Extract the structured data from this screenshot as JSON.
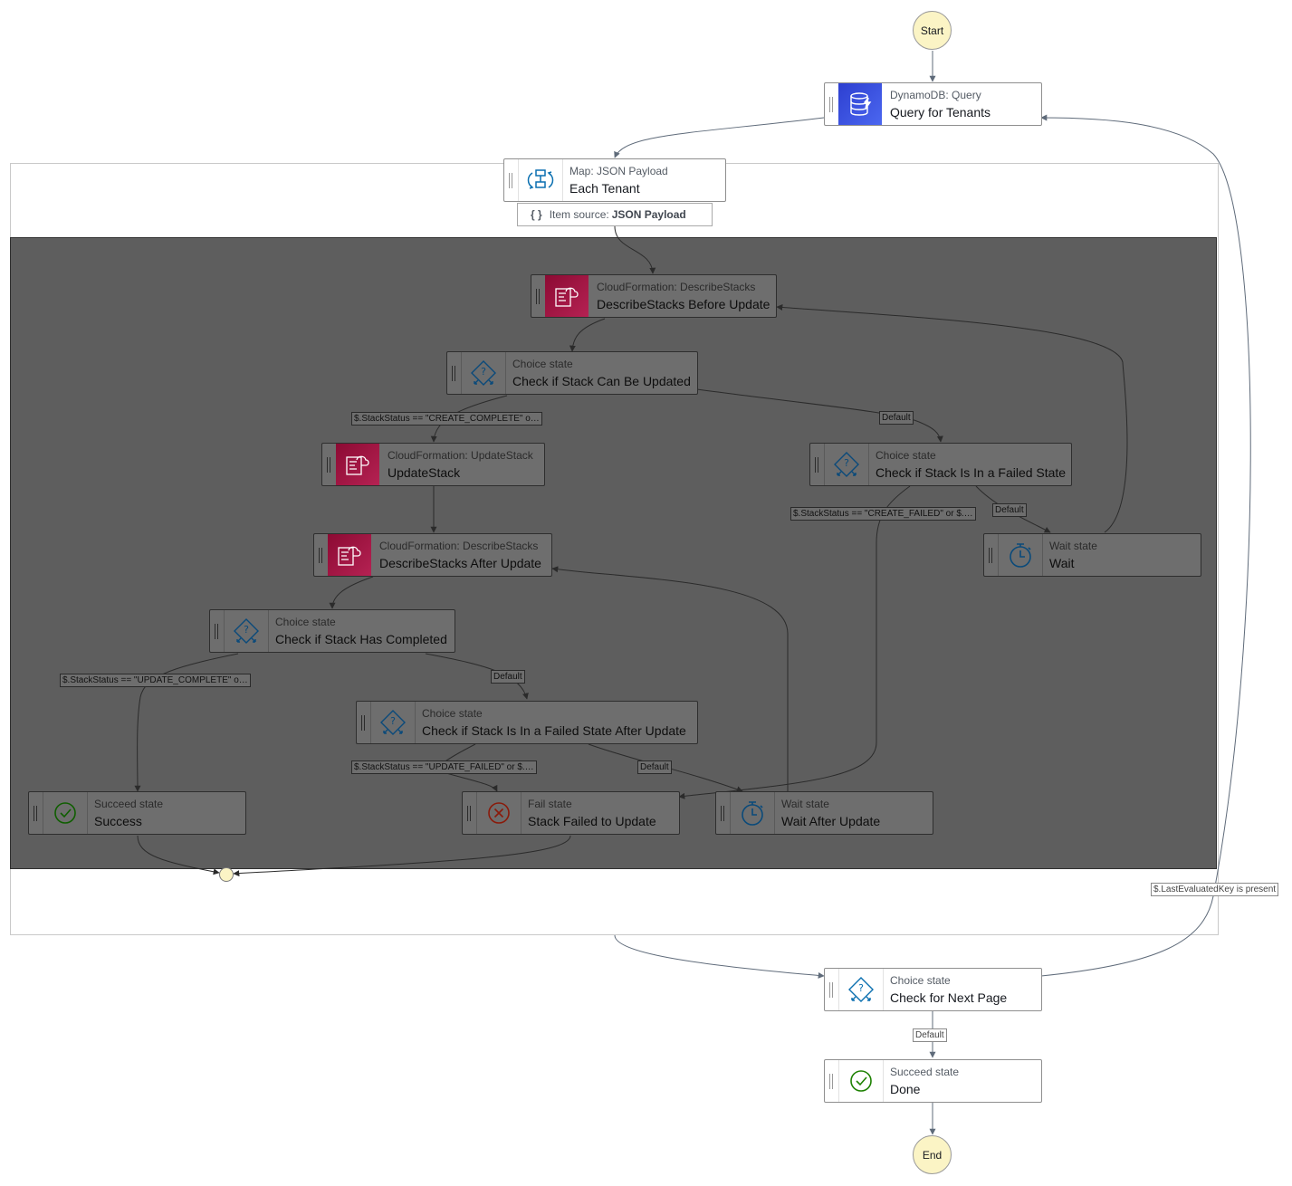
{
  "terminals": {
    "start": "Start",
    "end": "End"
  },
  "item_source": {
    "prefix": "Item source",
    "value": "JSON Payload"
  },
  "states": {
    "query_tenants": {
      "type": "DynamoDB: Query",
      "name": "Query for Tenants",
      "icon": "dynamodb-icon"
    },
    "each_tenant": {
      "type": "Map: JSON Payload",
      "name": "Each Tenant",
      "icon": "map-icon"
    },
    "describe_before": {
      "type": "CloudFormation: DescribeStacks",
      "name": "DescribeStacks Before Update",
      "icon": "cloudformation-icon"
    },
    "check_can_update": {
      "type": "Choice state",
      "name": "Check if Stack Can Be Updated",
      "icon": "choice-icon"
    },
    "update_stack": {
      "type": "CloudFormation: UpdateStack",
      "name": "UpdateStack",
      "icon": "cloudformation-icon"
    },
    "check_failed": {
      "type": "Choice state",
      "name": "Check if Stack Is In a Failed State",
      "icon": "choice-icon"
    },
    "wait": {
      "type": "Wait state",
      "name": "Wait",
      "icon": "timer-icon"
    },
    "describe_after": {
      "type": "CloudFormation: DescribeStacks",
      "name": "DescribeStacks After Update",
      "icon": "cloudformation-icon"
    },
    "check_completed": {
      "type": "Choice state",
      "name": "Check if Stack Has Completed",
      "icon": "choice-icon"
    },
    "check_failed_after": {
      "type": "Choice state",
      "name": "Check if Stack Is In a Failed State After Update",
      "icon": "choice-icon"
    },
    "success": {
      "type": "Succeed state",
      "name": "Success",
      "icon": "check-circle-icon"
    },
    "stack_failed": {
      "type": "Fail state",
      "name": "Stack Failed to Update",
      "icon": "x-circle-icon"
    },
    "wait_after": {
      "type": "Wait state",
      "name": "Wait After Update",
      "icon": "timer-icon"
    },
    "check_next_page": {
      "type": "Choice state",
      "name": "Check for Next Page",
      "icon": "choice-icon"
    },
    "done": {
      "type": "Succeed state",
      "name": "Done",
      "icon": "check-circle-icon"
    }
  },
  "edge_labels": {
    "create_complete": "$.StackStatus == \"CREATE_COMPLETE\" o…",
    "default_1": "Default",
    "create_failed": "$.StackStatus == \"CREATE_FAILED\" or $.…",
    "default_2": "Default",
    "update_complete": "$.StackStatus == \"UPDATE_COMPLETE\" o…",
    "default_3": "Default",
    "update_failed": "$.StackStatus == \"UPDATE_FAILED\" or $.…",
    "default_4": "Default",
    "last_evaluated": "$.LastEvaluatedKey is present",
    "default_5": "Default"
  },
  "colors": {
    "map_background": "#5e5e5e",
    "terminal_fill": "#fbf4c5",
    "edge": "#5f6b7a",
    "choice_icon": "#0a6fb0",
    "succeed_icon": "#1d8102",
    "fail_icon": "#d13212"
  }
}
